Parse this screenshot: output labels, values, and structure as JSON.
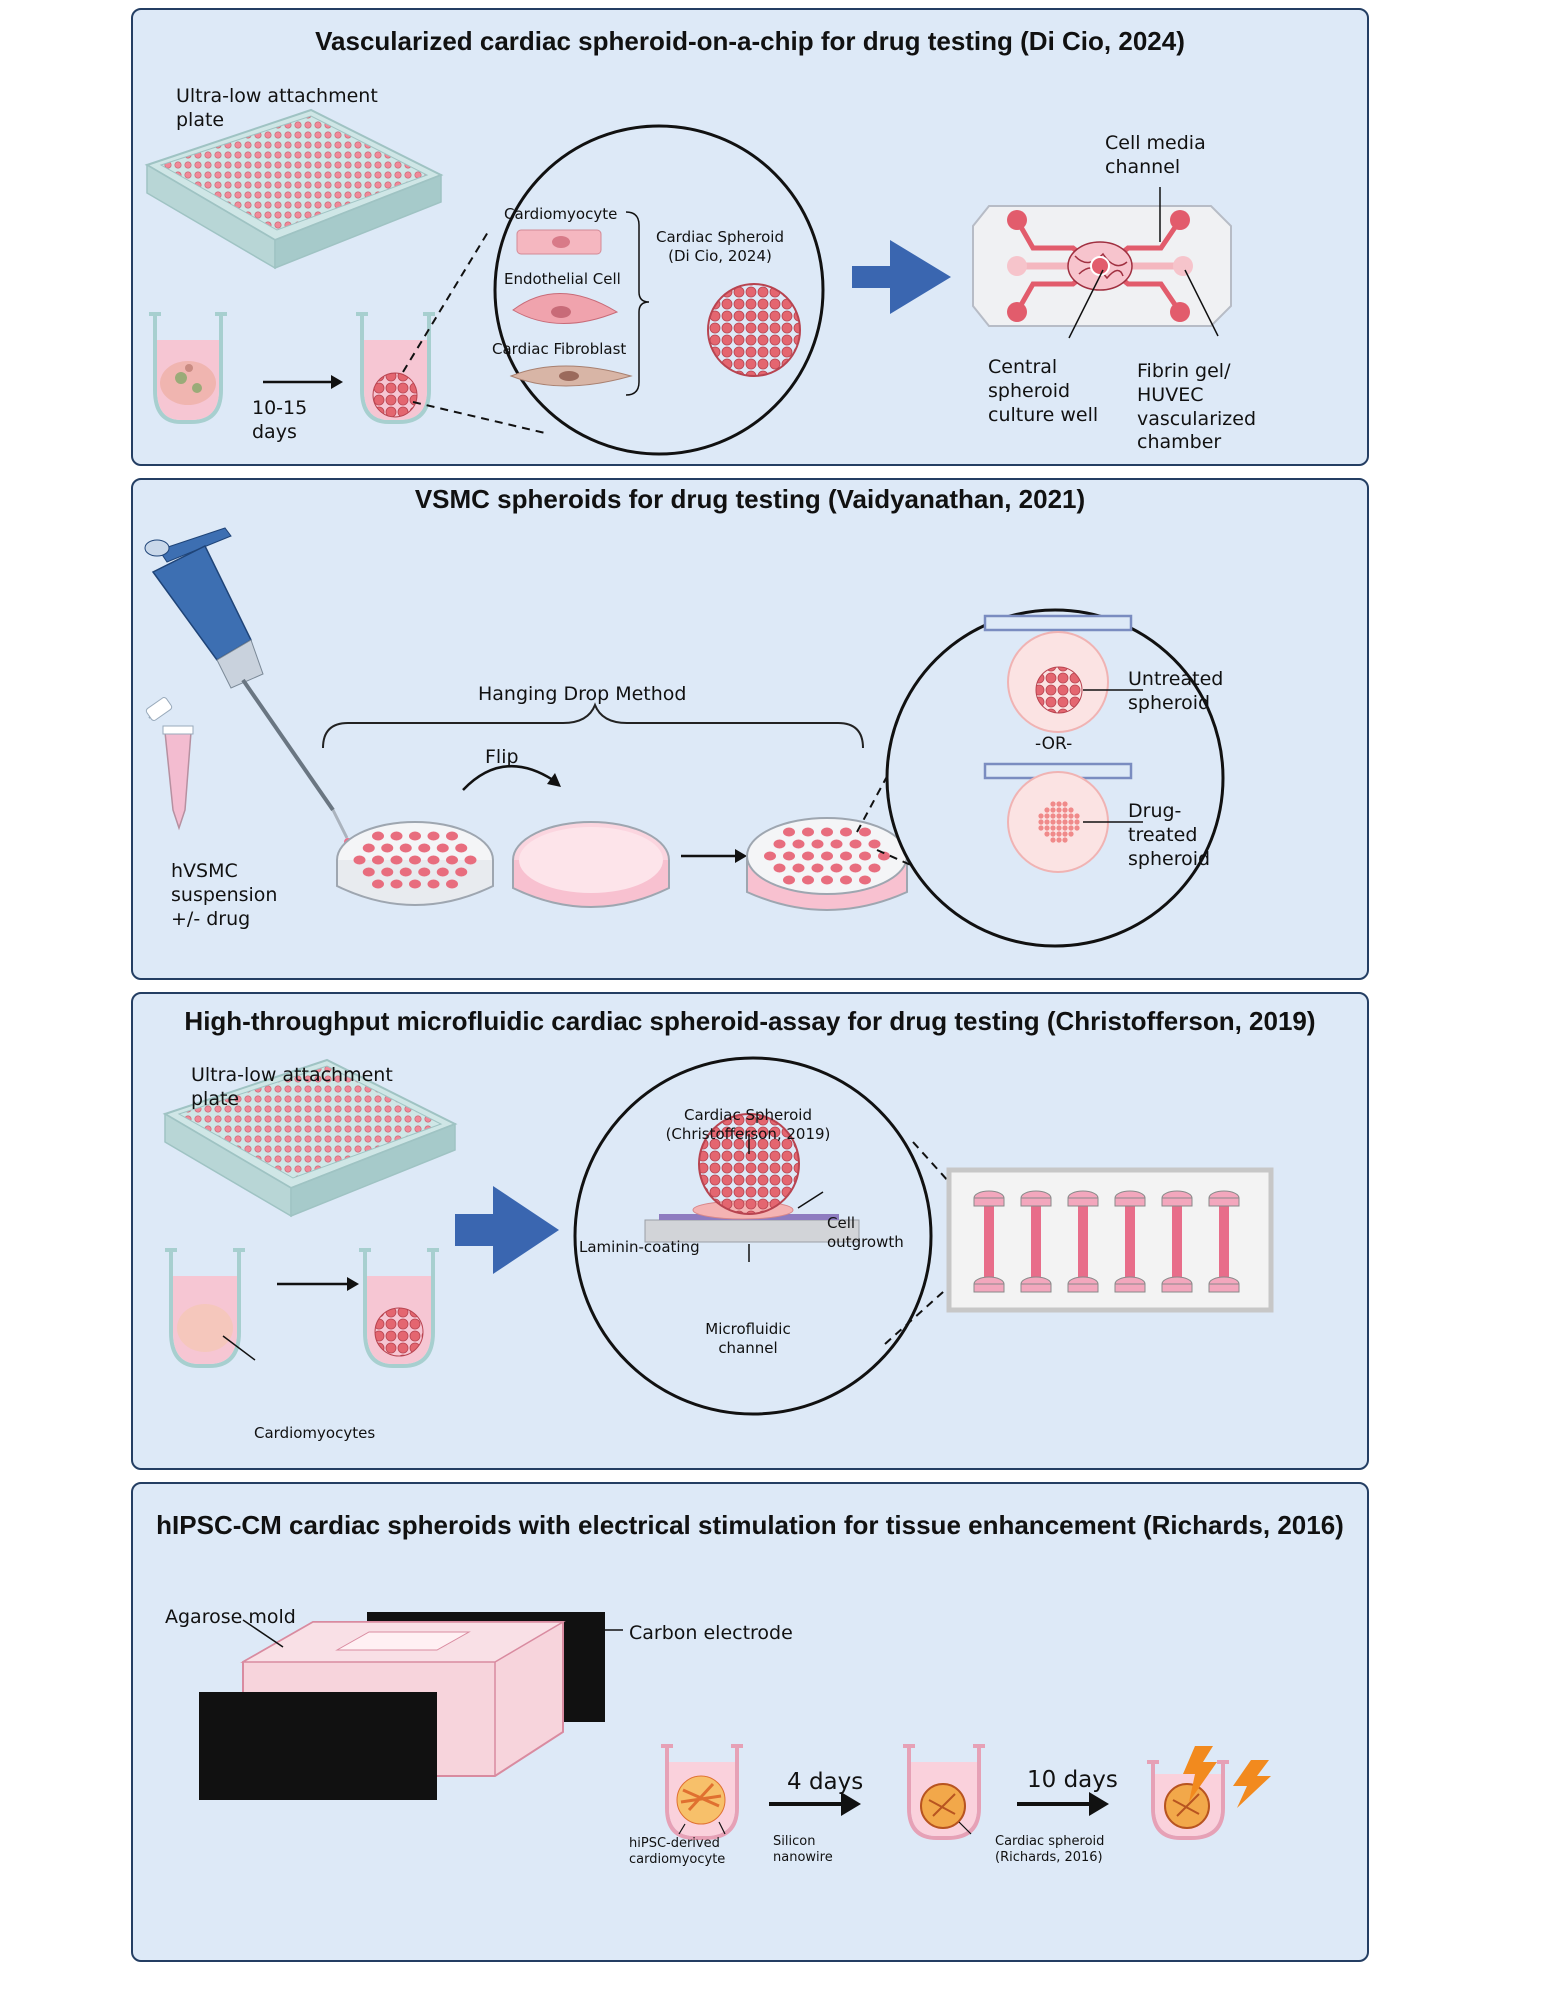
{
  "colors": {
    "panel_bg": "#dde9f7",
    "panel_border": "#243e63",
    "arrow_blue": "#3a66b0",
    "spheroid_red": "#e0646c",
    "pink_fluid": "#f6c6d3"
  },
  "panel1": {
    "title": "Vascularized cardiac spheroid-on-a-chip for drug testing (Di Cio, 2024)",
    "plate_label": "Ultra-low attachment plate",
    "days_label": "10-15 days",
    "cell_types": [
      "Cardiomyocyte",
      "Endothelial Cell",
      "Cardiac Fibroblast"
    ],
    "spheroid_label": "Cardiac Spheroid (Di Cio, 2024)",
    "chip_labels": {
      "media": "Cell media channel",
      "central": "Central spheroid culture well",
      "fibrin": "Fibrin gel/ HUVEC vascularized chamber"
    }
  },
  "panel2": {
    "title": "VSMC spheroids for drug testing (Vaidyanathan, 2021)",
    "suspension_label": "hVSMC suspension +/- drug",
    "method_label": "Hanging Drop Method",
    "flip_label": "Flip",
    "untreated_label": "Untreated spheroid",
    "or_label": "-OR-",
    "treated_label": "Drug-treated spheroid"
  },
  "panel3": {
    "title": "High-throughput microfluidic cardiac spheroid-assay for drug testing (Christofferson, 2019)",
    "plate_label": "Ultra-low attachment plate",
    "cells_label": "Cardiomyocytes",
    "spheroid_label": "Cardiac Spheroid (Christofferson, 2019)",
    "laminin_label": "Laminin-coating",
    "outgrowth_label": "Cell outgrowth",
    "channel_label": "Microfluidic channel"
  },
  "panel4": {
    "title": "hIPSC-CM cardiac spheroids with electrical stimulation for tissue enhancement (Richards, 2016)",
    "mold_label": "Agarose mold",
    "electrode_label": "Carbon electrode",
    "step1_days": "4 days",
    "step2_days": "10 days",
    "cm_label": "hiPSC-derived cardiomyocyte",
    "nanowire_label": "Silicon nanowire",
    "spheroid_label": "Cardiac spheroid (Richards, 2016)"
  }
}
